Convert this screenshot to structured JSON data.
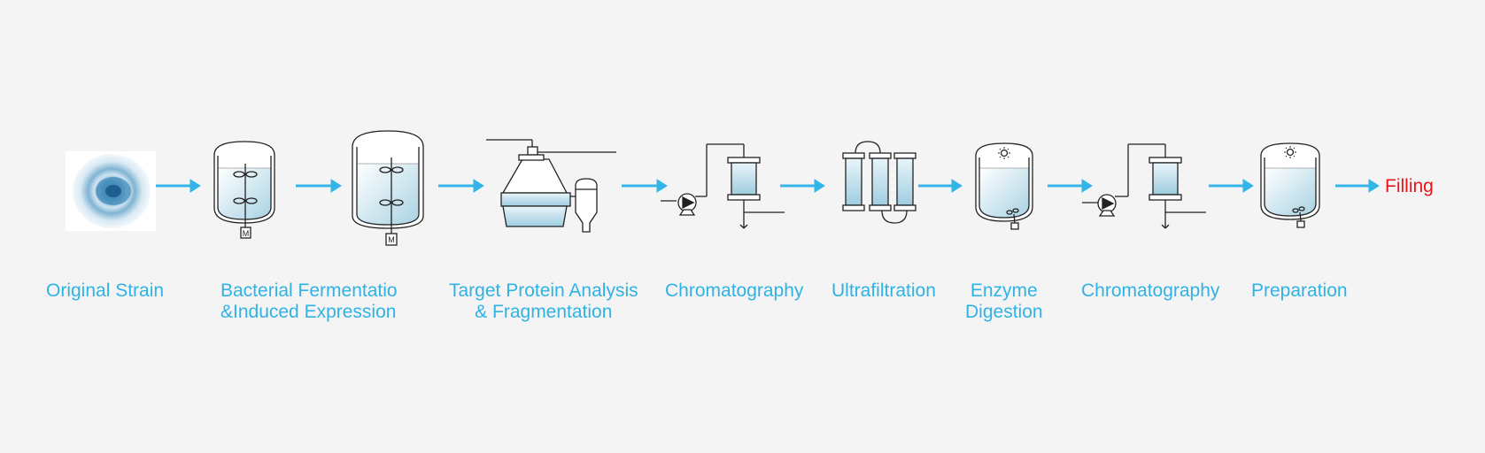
{
  "steps": [
    {
      "label_lines": [
        "Original Strain"
      ],
      "icon": "strain-icon"
    },
    {
      "label_lines": [
        "Bacterial Fermentatio",
        "&Induced Expression"
      ],
      "icon": "fermenter-icon"
    },
    {
      "label_lines": [
        "Target Protein Analysis",
        "& Fragmentation"
      ],
      "icon": "centrifuge-icon"
    },
    {
      "label_lines": [
        "Chromatography"
      ],
      "icon": "chromatography-column-icon"
    },
    {
      "label_lines": [
        "Ultrafiltration"
      ],
      "icon": "ultrafiltration-icon"
    },
    {
      "label_lines": [
        "Enzyme",
        "Digestion"
      ],
      "icon": "digestion-tank-icon"
    },
    {
      "label_lines": [
        "Chromatography"
      ],
      "icon": "chromatography-column-icon"
    },
    {
      "label_lines": [
        "Preparation"
      ],
      "icon": "preparation-tank-icon"
    }
  ],
  "final_step": {
    "label": "Filling"
  },
  "motor_label": "M",
  "colors": {
    "label": "#2fb2e6",
    "arrow": "#33b5e8",
    "final_label": "#e8141b",
    "liquid": "#b8dbe8",
    "line": "#222222"
  }
}
